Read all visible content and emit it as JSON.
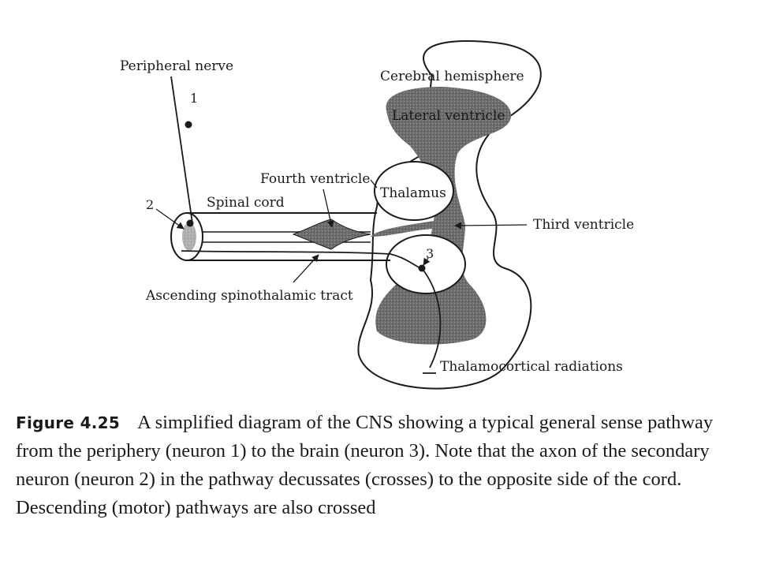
{
  "diagram": {
    "labels": {
      "peripheral_nerve": "Peripheral nerve",
      "cerebral_hemisphere": "Cerebral hemisphere",
      "lateral_ventricle": "Lateral ventricle",
      "fourth_ventricle": "Fourth ventricle",
      "thalamus": "Thalamus",
      "spinal_cord": "Spinal cord",
      "third_ventricle": "Third ventricle",
      "ascending_tract": "Ascending spinothalamic tract",
      "thalamocortical": "Thalamocortical radiations"
    },
    "neurons": {
      "n1": "1",
      "n2": "2",
      "n3": "3"
    }
  },
  "caption": {
    "figure_label": "Figure 4.25",
    "text": "A simplified diagram of the CNS showing a typical general sense pathway from the periphery (neuron 1) to the brain (neuron 3). Note that the axon of the secondary neuron (neuron 2) in the pathway decussates (crosses) to the opposite side of the cord. Descending (motor) pathways are also crossed"
  },
  "colors": {
    "ink": "#1a1a1a",
    "ventricle_fill": "#6b6b6b",
    "background": "#ffffff"
  }
}
